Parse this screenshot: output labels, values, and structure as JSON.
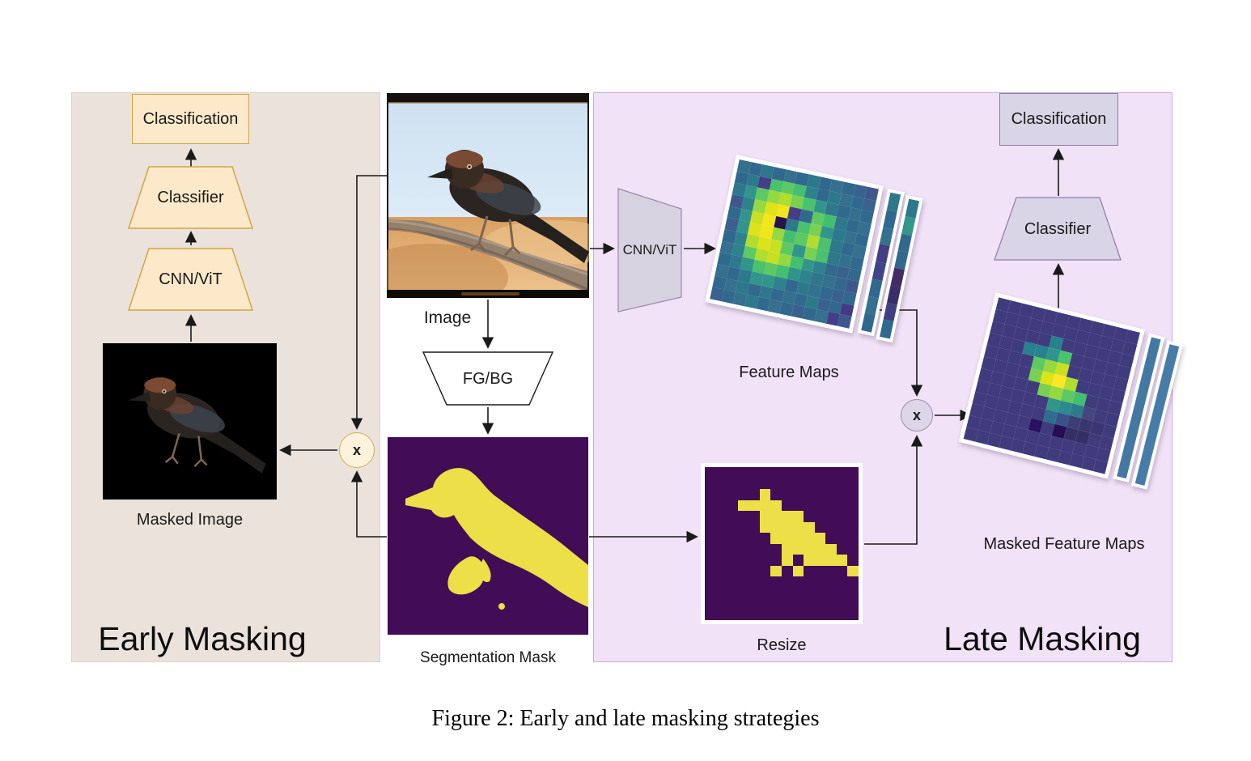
{
  "caption": {
    "text": "Figure 2: Early and late masking strategies"
  },
  "early": {
    "title": "Early Masking",
    "classification": "Classification",
    "classifier": "Classifier",
    "cnn": "CNN/ViT",
    "masked_image": "Masked Image",
    "multiply": "x"
  },
  "center": {
    "image": "Image",
    "fgbg": "FG/BG",
    "segmentation": "Segmentation Mask"
  },
  "late": {
    "title": "Late Masking",
    "cnn": "CNN/ViT",
    "feature_maps": "Feature Maps",
    "resize": "Resize",
    "multiply": "x",
    "masked_feature_maps": "Masked Feature Maps",
    "classifier": "Classifier",
    "classification": "Classification"
  },
  "colors": {
    "early_bg": "#EBE3DB",
    "early_border": "#DCD2C8",
    "early_box_fill": "#FBE9CA",
    "early_box_border": "#D2A544",
    "late_bg": "#F1E2F7",
    "late_border": "#CDABDC",
    "late_box_fill": "#DAD4E7",
    "late_box_border": "#8F7BAB",
    "funnel_fill": "#D7D2E0",
    "funnel_border": "#9B86B3",
    "mult_early_fill": "#FDF3DC",
    "mult_early_border": "#D8A94E",
    "mult_late_fill": "#DDD6E8",
    "mult_late_border": "#9D8BB5",
    "mask_bg": "#420D56",
    "mask_fg": "#ECDF47",
    "mfm_bg": "#3F3B7D",
    "arrow": "#1a1a1a"
  },
  "grids": {
    "feature_map": {
      "cols": 12,
      "rows_hex": [
        [
          "#35708e",
          "#31688e",
          "#2e788c",
          "#31688e",
          "#35708e",
          "#31688e",
          "#2e788c",
          "#31688e",
          "#35708e",
          "#31688e",
          "#3a618d",
          "#3f588c"
        ],
        [
          "#31688e",
          "#2e788c",
          "#433e85",
          "#4ac16d",
          "#5ec962",
          "#44bf70",
          "#2e828d",
          "#31688e",
          "#2e788c",
          "#35708e",
          "#31688e",
          "#3a618d"
        ],
        [
          "#2e788c",
          "#31958b",
          "#5ec962",
          "#95d840",
          "#b0dd2f",
          "#7ad151",
          "#4ac16d",
          "#31958b",
          "#2e788c",
          "#31688e",
          "#35708e",
          "#31688e"
        ],
        [
          "#3f588c",
          "#2e828d",
          "#95d840",
          "#dde318",
          "#f1e51c",
          "#433e85",
          "#31688e",
          "#5ec962",
          "#44bf70",
          "#2e788c",
          "#31688e",
          "#35708e"
        ],
        [
          "#31688e",
          "#31958b",
          "#c8e020",
          "#f1e51c",
          "#26144b",
          "#2e788c",
          "#4ac16d",
          "#7ad151",
          "#31958b",
          "#2e788c",
          "#35708e",
          "#31688e"
        ],
        [
          "#3a618d",
          "#31958b",
          "#dde318",
          "#f1e51c",
          "#95d840",
          "#44bf70",
          "#5ec962",
          "#b0dd2f",
          "#4ac16d",
          "#2e788c",
          "#31688e",
          "#35708e"
        ],
        [
          "#31688e",
          "#2e828d",
          "#b0dd2f",
          "#dde318",
          "#c8e020",
          "#5ec962",
          "#31958b",
          "#7ad151",
          "#4ac16d",
          "#2e788c",
          "#35708e",
          "#31688e"
        ],
        [
          "#35708e",
          "#2e828d",
          "#5ec962",
          "#b0dd2f",
          "#c8e020",
          "#95d840",
          "#44bf70",
          "#31958b",
          "#2e828d",
          "#31688e",
          "#3a618d",
          "#31688e"
        ],
        [
          "#31688e",
          "#2e788c",
          "#31958b",
          "#4ac16d",
          "#5ec962",
          "#44bf70",
          "#31958b",
          "#2e828d",
          "#2e788c",
          "#35708e",
          "#31688e",
          "#3f588c"
        ],
        [
          "#35708e",
          "#31688e",
          "#2e788c",
          "#31958b",
          "#31958b",
          "#2e828d",
          "#31688e",
          "#2e788c",
          "#35708e",
          "#31688e",
          "#3a618d",
          "#31688e"
        ],
        [
          "#31688e",
          "#35708e",
          "#2e788c",
          "#31688e",
          "#2e788c",
          "#31688e",
          "#35708e",
          "#31688e",
          "#2e788c",
          "#3a618d",
          "#31688e",
          "#443a83"
        ],
        [
          "#3a618d",
          "#31688e",
          "#35708e",
          "#2e788c",
          "#31688e",
          "#35708e",
          "#31688e",
          "#3a618d",
          "#31688e",
          "#35708e",
          "#433e85",
          "#3f588c"
        ]
      ]
    },
    "masked_feature_map": {
      "cols": 12,
      "rows_hex": [
        [
          "#3F3B7D",
          "#3F3B7D",
          "#3F3B7D",
          "#3F3B7D",
          "#3F3B7D",
          "#3F3B7D",
          "#3F3B7D",
          "#3F3B7D",
          "#3F3B7D",
          "#3F3B7D",
          "#3F3B7D",
          "#3F3B7D"
        ],
        [
          "#3F3B7D",
          "#3F3B7D",
          "#3F3B7D",
          "#3F3B7D",
          "#3F3B7D",
          "#3F3B7D",
          "#3F3B7D",
          "#3F3B7D",
          "#3F3B7D",
          "#3F3B7D",
          "#3F3B7D",
          "#3F3B7D"
        ],
        [
          "#3F3B7D",
          "#3F3B7D",
          "#3F3B7D",
          "#3F3B7D",
          "#3F3B7D",
          "#26828e",
          "#3F3B7D",
          "#3F3B7D",
          "#3F3B7D",
          "#3F3B7D",
          "#3F3B7D",
          "#3F3B7D"
        ],
        [
          "#3F3B7D",
          "#3F3B7D",
          "#3F3B7D",
          "#26828e",
          "#26828e",
          "#31958b",
          "#4ac16d",
          "#3F3B7D",
          "#3F3B7D",
          "#3F3B7D",
          "#3F3B7D",
          "#3F3B7D"
        ],
        [
          "#3F3B7D",
          "#3F3B7D",
          "#3F3B7D",
          "#3F3B7D",
          "#5ec962",
          "#95d840",
          "#c8e020",
          "#3F3B7D",
          "#3F3B7D",
          "#3F3B7D",
          "#3F3B7D",
          "#3F3B7D"
        ],
        [
          "#3F3B7D",
          "#3F3B7D",
          "#3F3B7D",
          "#3F3B7D",
          "#7ad151",
          "#dde318",
          "#fde725",
          "#b0dd2f",
          "#3F3B7D",
          "#3F3B7D",
          "#3F3B7D",
          "#3F3B7D"
        ],
        [
          "#3F3B7D",
          "#3F3B7D",
          "#3F3B7D",
          "#3F3B7D",
          "#3F3B7D",
          "#7ad151",
          "#95d840",
          "#5ec962",
          "#44bf70",
          "#3F3B7D",
          "#3F3B7D",
          "#3F3B7D"
        ],
        [
          "#3F3B7D",
          "#3F3B7D",
          "#3F3B7D",
          "#3F3B7D",
          "#3F3B7D",
          "#3F3B7D",
          "#31958b",
          "#2d8b8d",
          "#2e7b8c",
          "#45477f",
          "#3F3B7D",
          "#3F3B7D"
        ],
        [
          "#3F3B7D",
          "#3F3B7D",
          "#3F3B7D",
          "#3F3B7D",
          "#3F3B7D",
          "#3F3B7D",
          "#2e6d8e",
          "#38538a",
          "#3b3f78",
          "#3a3770",
          "#3a3770",
          "#3F3B7D"
        ],
        [
          "#3F3B7D",
          "#3F3B7D",
          "#3F3B7D",
          "#3F3B7D",
          "#3F3B7D",
          "#2a1060",
          "#3F3B7D",
          "#250e54",
          "#343066",
          "#343066",
          "#3F3B7D",
          "#3F3B7D"
        ],
        [
          "#3F3B7D",
          "#3F3B7D",
          "#3F3B7D",
          "#3F3B7D",
          "#3F3B7D",
          "#3F3B7D",
          "#3F3B7D",
          "#3F3B7D",
          "#3F3B7D",
          "#3F3B7D",
          "#3F3B7D",
          "#3F3B7D"
        ],
        [
          "#3F3B7D",
          "#3F3B7D",
          "#3F3B7D",
          "#3F3B7D",
          "#3F3B7D",
          "#3F3B7D",
          "#3F3B7D",
          "#3F3B7D",
          "#3F3B7D",
          "#3F3B7D",
          "#3F3B7D",
          "#3F3B7D"
        ]
      ]
    },
    "resize_mask": {
      "cols": 14,
      "on": "#ECDF47",
      "off": "#420D56",
      "rows": [
        "00000000000000",
        "00000000000000",
        "00000100000000",
        "00011110000000",
        "00000111100000",
        "00000111110000",
        "00000011111000",
        "00000001111100",
        "00000001011110",
        "00000010100001",
        "00000000000000",
        "00000000000000",
        "00000000000000",
        "00000000000000"
      ]
    },
    "strips": {
      "feature_1": [
        "#2e788c",
        "#31688e",
        "#35708e",
        "#433e85",
        "#3f4586",
        "#31688e",
        "#35708e",
        "#31688e"
      ],
      "feature_2": [
        "#2e788c",
        "#35968b",
        "#31688e",
        "#31688e",
        "#432c63",
        "#3b2d6a",
        "#3f3f82",
        "#31688e"
      ],
      "masked_1": [
        "#4478a3"
      ],
      "masked_2": [
        "#477ca8"
      ]
    }
  }
}
